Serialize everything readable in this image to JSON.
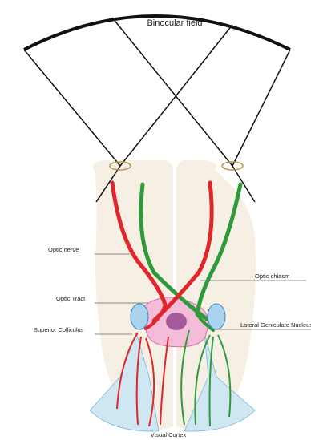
{
  "diagram": {
    "labels": {
      "binocular_field": "Binocular field",
      "optic_nerve": "Optic nerve",
      "optic_chiasm": "Optic chiasm",
      "optic_tract": "Optic Tract",
      "superior_colliculus": "Superior Colliculus",
      "lateral_geniculate": "Lateral Geniculate Nucleus",
      "visual_cortex": "Visual Cortex"
    },
    "colors": {
      "brain": "#f6efe3",
      "red_pathway": "#e0262b",
      "green_pathway": "#2f9a3a",
      "colliculus": "#a9d3ee",
      "chiasm_region": "#f4bcd9",
      "midbrain": "#a45a9a",
      "cortex": "#cfe6f3",
      "eye_ring": "#b9944a",
      "lines": "#111111"
    }
  }
}
